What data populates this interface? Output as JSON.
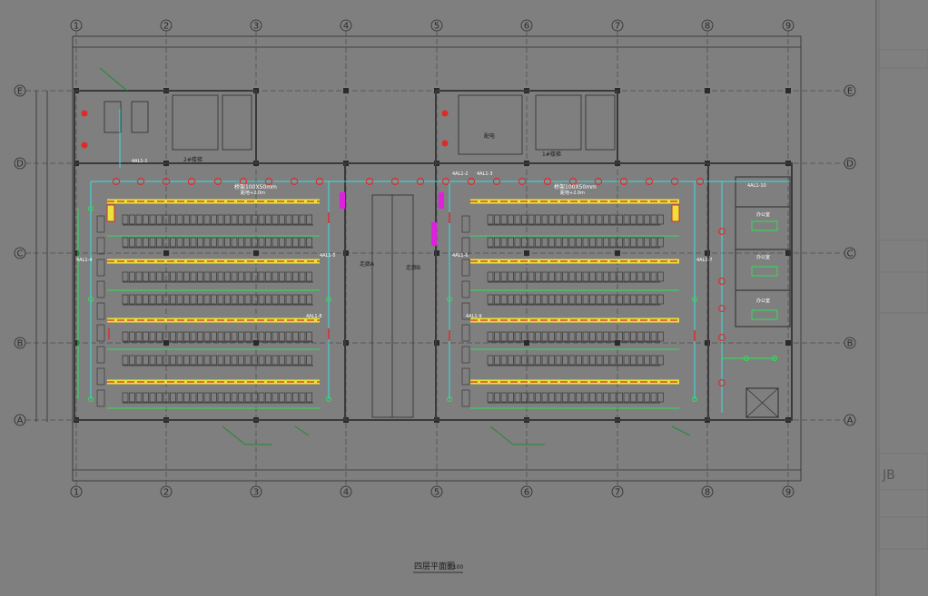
{
  "drawing": {
    "title": "四层平面图",
    "scale": "1:100"
  },
  "axes": {
    "columns": [
      "1",
      "2",
      "3",
      "4",
      "5",
      "6",
      "7",
      "8",
      "9"
    ],
    "rows": [
      "E",
      "D",
      "C",
      "B",
      "A"
    ]
  },
  "labels": {
    "cable_tray_1": "桥架100X50mm",
    "cable_tray_1_height": "距地+2.0m",
    "cable_tray_2": "桥架100X50mm",
    "cable_tray_2_height": "距地+2.0m",
    "stair_1": "2#楼梯",
    "stair_2": "1#楼梯",
    "room_center": "配电",
    "room_mid_left": "走廊A",
    "room_mid_right": "走廊B",
    "panel_1": "4AL1-1",
    "panel_2": "4AL1-2",
    "panel_3": "4AL1-3",
    "panel_4": "4AL1-4",
    "panel_5": "4AL1-5",
    "panel_6": "4AL1-6",
    "panel_7": "4AL1-7",
    "panel_8": "4AL1-8",
    "panel_9": "4AL1-9",
    "panel_10": "4AL1-10",
    "room_office_1": "办公室",
    "room_office_2": "办公室",
    "room_office_3": "办公室"
  },
  "colors": {
    "background": "#7f7f7f",
    "wall": "#3a3a3a",
    "grid": "#2f2f2f",
    "cyan_wire": "#35e0e0",
    "green_wire": "#2ee05a",
    "red_fixture": "#e02a2a",
    "yellow_tray": "#e8e23a",
    "magenta_panel": "#e020e0"
  }
}
